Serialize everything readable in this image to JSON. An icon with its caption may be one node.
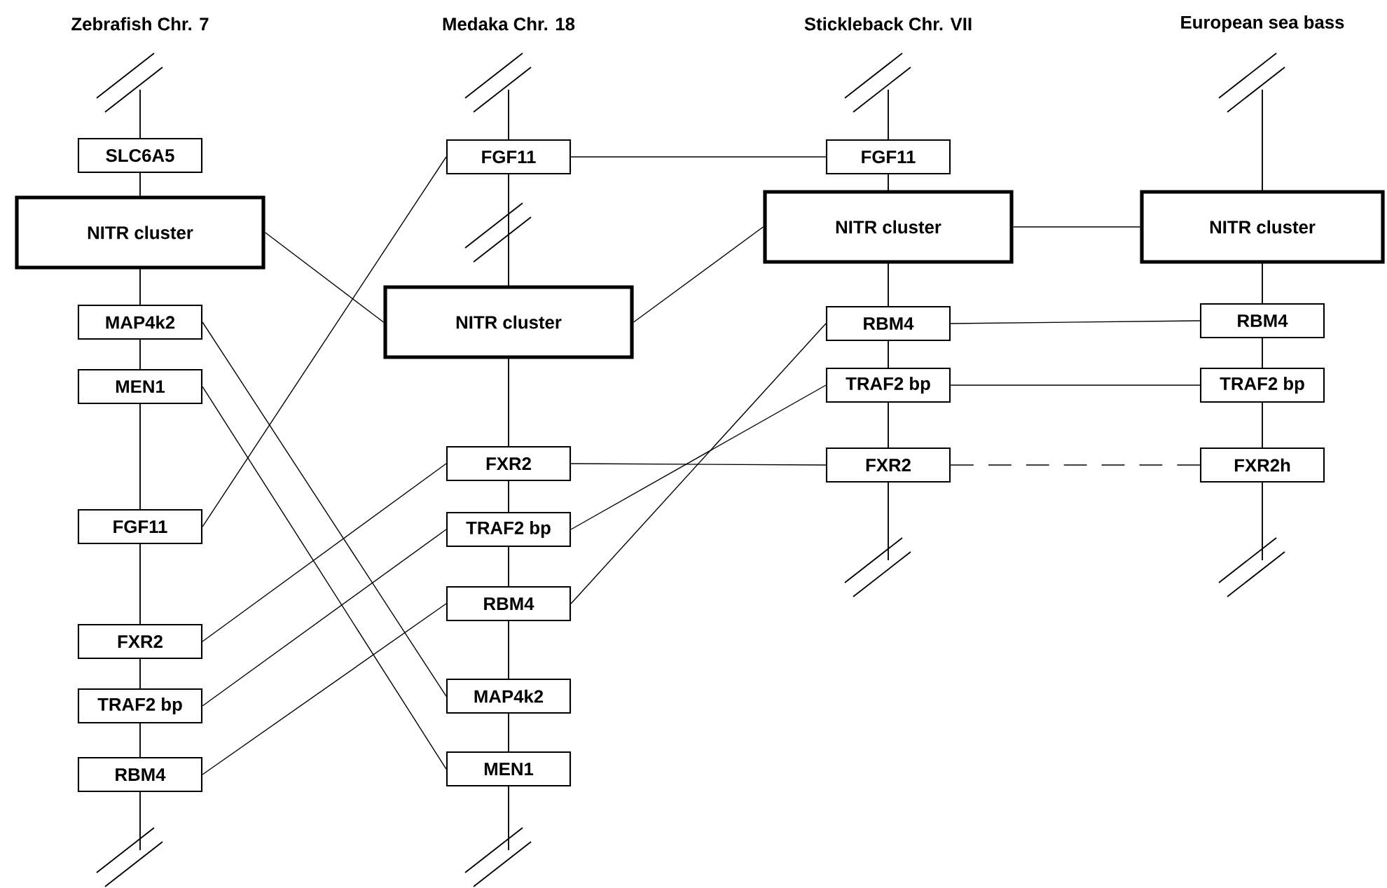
{
  "diagram": {
    "nodes": [
      {
        "text": [
          "SLC6A5"
        ]
      },
      {
        "text": [
          "NITR cluster"
        ]
      },
      {
        "text": [
          "MAP4k2"
        ]
      },
      {
        "text": [
          "MEN1"
        ]
      },
      {
        "text": [
          "FGF11"
        ]
      },
      {
        "text": [
          "FXR2"
        ]
      },
      {
        "text": [
          "TRAF2 bp"
        ]
      },
      {
        "text": [
          "RBM4"
        ]
      },
      {
        "text": [
          "FGF11"
        ]
      },
      {
        "text": [
          "NITR cluster"
        ]
      },
      {
        "text": [
          "FXR2"
        ]
      },
      {
        "text": [
          "TRAF2 bp"
        ]
      },
      {
        "text": [
          "RBM4"
        ]
      },
      {
        "text": [
          "MAP4k2"
        ]
      },
      {
        "text": [
          "MEN1"
        ]
      },
      {
        "text": [
          "FGF11"
        ]
      },
      {
        "text": [
          "NITR cluster"
        ]
      },
      {
        "text": [
          "RBM4"
        ]
      },
      {
        "text": [
          "TRAF2 bp"
        ]
      },
      {
        "text": [
          "FXR2"
        ]
      },
      {
        "text": [
          "NITR cluster"
        ]
      },
      {
        "text": [
          "RBM4"
        ]
      },
      {
        "text": [
          "TRAF2 bp"
        ]
      },
      {
        "text": [
          "FXR2h"
        ]
      }
    ],
    "edges": [
      {
        "from": 1,
        "to": 9,
        "arrow": "none"
      },
      {
        "from": 4,
        "to": 8,
        "arrow": "none"
      },
      {
        "from": 2,
        "to": 13,
        "arrow": "none"
      },
      {
        "from": 3,
        "to": 14,
        "arrow": "none"
      },
      {
        "from": 5,
        "to": 10,
        "arrow": "none"
      },
      {
        "from": 6,
        "to": 11,
        "arrow": "none"
      },
      {
        "from": 7,
        "to": 12,
        "arrow": "none"
      },
      {
        "from": 8,
        "to": 15,
        "arrow": "none"
      },
      {
        "from": 9,
        "to": 16,
        "arrow": "none"
      },
      {
        "from": 10,
        "to": 19,
        "arrow": "none"
      },
      {
        "from": 11,
        "to": 18,
        "arrow": "none"
      },
      {
        "from": 12,
        "to": 17,
        "arrow": "none"
      },
      {
        "from": 16,
        "to": 20,
        "arrow": "none"
      },
      {
        "from": 17,
        "to": 21,
        "arrow": "none"
      },
      {
        "from": 18,
        "to": 22,
        "arrow": "none"
      },
      {
        "from": 19,
        "to": 23,
        "arrow": "none",
        "style": "dashed"
      }
    ],
    "labels": [
      "Zebrafish Chr. 7",
      "Medaka Chr. 18",
      "Stickleback Chr. VII",
      "European sea bass"
    ]
  }
}
